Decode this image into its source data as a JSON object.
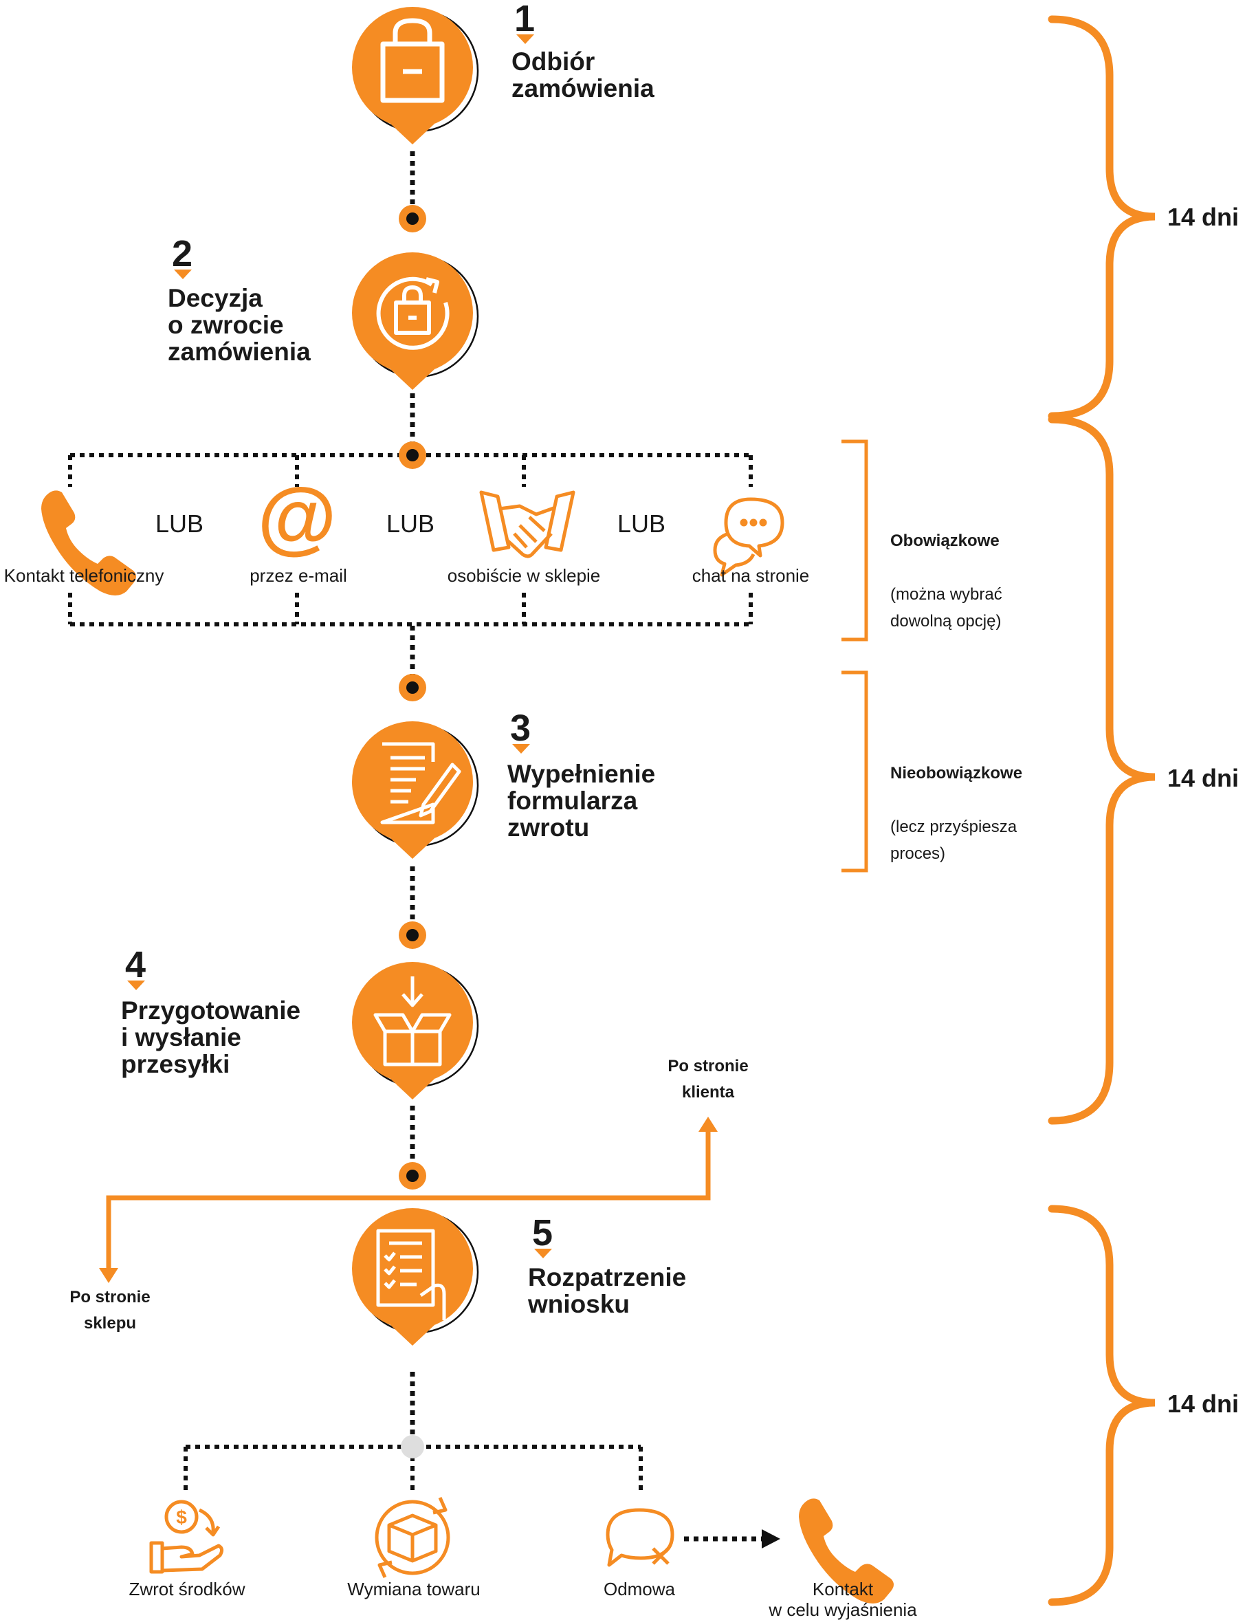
{
  "colors": {
    "accent": "#f58c23",
    "dark": "#111111",
    "node_gray": "#dedede"
  },
  "steps": [
    {
      "number": "1",
      "title": "Odbiór\nzamówienia",
      "icon": "shopping-bag-icon"
    },
    {
      "number": "2",
      "title": "Decyzja\no zwrocie\nzamówienia",
      "icon": "bag-return-icon"
    },
    {
      "number": "3",
      "title": "Wypełnienie\nformularza\nzwrotu",
      "icon": "form-pencil-icon"
    },
    {
      "number": "4",
      "title": "Przygotowanie\ni wysłanie\nprzesyłki",
      "icon": "box-package-icon"
    },
    {
      "number": "5",
      "title": "Rozpatrzenie\nwniosku",
      "icon": "checklist-hand-icon"
    }
  ],
  "contact_options": [
    {
      "label": "Kontakt telefoniczny",
      "icon": "phone-icon"
    },
    {
      "label": "przez e-mail",
      "icon": "at-sign-icon"
    },
    {
      "label": "osobiście w sklepie",
      "icon": "handshake-icon"
    },
    {
      "label": "chat na stronie",
      "icon": "chat-bubble-icon"
    }
  ],
  "separator": "LUB",
  "notes": {
    "mandatory_title": "Obowiązkowe",
    "mandatory_desc": "(można wybrać\ndowolną opcję)",
    "optional_title": "Nieobowiązkowe",
    "optional_desc": "(lecz przyśpiesza\nproces)"
  },
  "durations": [
    "14 dni",
    "14 dni",
    "14 dni"
  ],
  "sides": {
    "client": "Po stronie\nklienta",
    "shop": "Po stronie\nsklepu"
  },
  "outcomes": [
    {
      "label": "Zwrot środków",
      "icon": "money-refund-icon"
    },
    {
      "label": "Wymiana towaru",
      "icon": "box-exchange-icon"
    },
    {
      "label": "Odmowa",
      "icon": "chat-rejected-icon"
    },
    {
      "label": "Kontakt\nw celu wyjaśnienia",
      "icon": "phone-icon"
    }
  ]
}
